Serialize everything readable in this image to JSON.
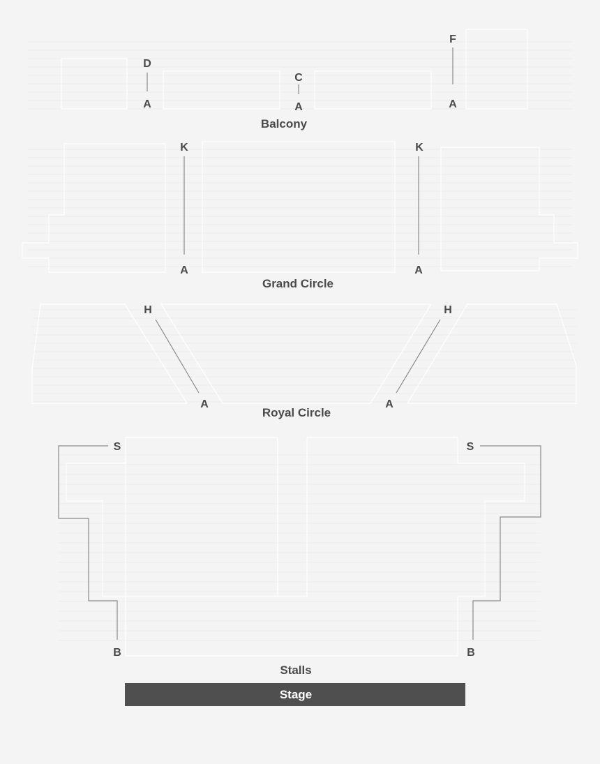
{
  "sections": {
    "balcony": {
      "label": "Balcony",
      "rows_left": [
        "D",
        "A"
      ],
      "rows_center": [
        "C",
        "A"
      ],
      "rows_right": [
        "F",
        "A"
      ]
    },
    "grand_circle": {
      "label": "Grand Circle",
      "rows_left": [
        "K",
        "A"
      ],
      "rows_right": [
        "K",
        "A"
      ]
    },
    "royal_circle": {
      "label": "Royal Circle",
      "rows_left": [
        "H",
        "A"
      ],
      "rows_right": [
        "H",
        "A"
      ]
    },
    "stalls": {
      "label": "Stalls",
      "rows_left": [
        "S",
        "B"
      ],
      "rows_right": [
        "S",
        "B"
      ]
    }
  },
  "stage": {
    "label": "Stage"
  },
  "colors": {
    "background": "#f4f4f4",
    "block_outline": "#ffffff",
    "text": "#4a4a4a",
    "guide": "#8a8a8a",
    "stage": "#4f4f4f",
    "stage_text": "#ffffff"
  }
}
